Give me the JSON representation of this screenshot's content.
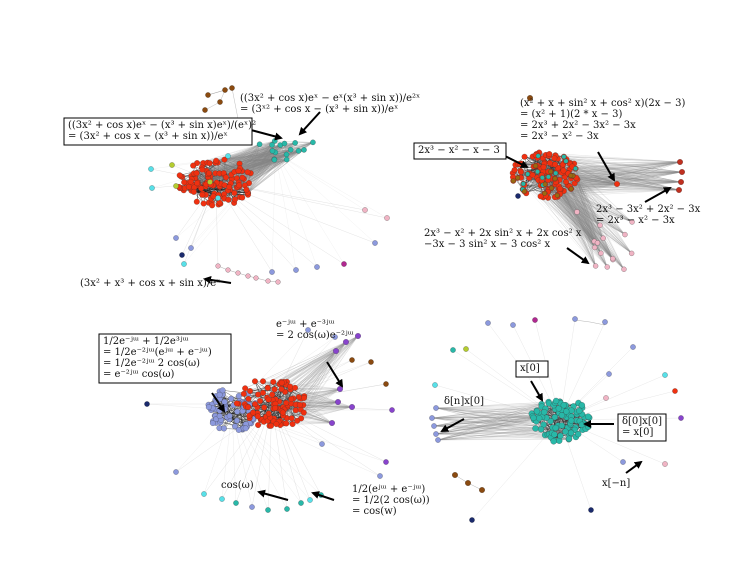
{
  "colors": {
    "red": "#f03010",
    "teal": "#28b8a8",
    "periwinkle": "#8c99dd",
    "pink": "#f0b4c4",
    "navy": "#1a2a6c",
    "purple": "#8844cc",
    "brown": "#8a4a10",
    "cyan": "#58e0e8",
    "lime": "#b4cc30",
    "magenta": "#b02890",
    "edge": "#888888",
    "black": "#000000"
  },
  "panels": [
    {
      "name": "top-left",
      "annotations": [
        {
          "id": "tl-a1",
          "boxed": false,
          "lines": [
            "((3x² + cos x)eˣ − eˣ(x³ + sin x))/e²ˣ",
            "= (3ˣ² + cos x − (x³ + sin x))/eˣ"
          ]
        },
        {
          "id": "tl-a2",
          "boxed": true,
          "lines": [
            "((3x² + cos x)eˣ − (x³ + sin x)eˣ)/(eˣ)²",
            "= (3x² + cos x − (x³ + sin x))/eˣ"
          ]
        },
        {
          "id": "tl-a3",
          "boxed": false,
          "lines": [
            "(3x² + x³ + cos x + sin x)/eˣ"
          ]
        }
      ]
    },
    {
      "name": "top-right",
      "annotations": [
        {
          "id": "tr-a1",
          "boxed": false,
          "lines": [
            "(x² + x + sin² x + cos² x)(2x − 3)",
            "= (x² + 1)(2 * x − 3)",
            "= 2x³ + 2x² − 3x² − 3x",
            "= 2x³ − x² − 3x"
          ]
        },
        {
          "id": "tr-a2",
          "boxed": true,
          "lines": [
            "2x³ − x² − x − 3"
          ]
        },
        {
          "id": "tr-a3",
          "boxed": false,
          "lines": [
            "2x³ − 3x² + 2x² − 3x",
            "= 2x³ − x² − 3x"
          ]
        },
        {
          "id": "tr-a4",
          "boxed": false,
          "lines": [
            "2x³ − x² + 2x sin² x + 2x cos² x",
            "−3x − 3 sin² x − 3 cos² x"
          ]
        }
      ]
    },
    {
      "name": "bottom-left",
      "annotations": [
        {
          "id": "bl-a1",
          "boxed": true,
          "lines": [
            "1/2e⁻ʲᵚ + 1/2e³ʲᵚ",
            "= 1/2e⁻²ʲᵚ(eʲᵚ + e⁻ʲᵚ)",
            "= 1/2e⁻²ʲᵚ 2 cos(ω)",
            "= e⁻²ʲᵚ cos(ω)"
          ]
        },
        {
          "id": "bl-a2",
          "boxed": false,
          "lines": [
            "e⁻ʲᵚ + e⁻³ʲᵚ",
            "= 2 cos(ω)e⁻²ʲᵚ"
          ]
        },
        {
          "id": "bl-a3",
          "boxed": false,
          "lines": [
            "cos(ω)"
          ]
        },
        {
          "id": "bl-a4",
          "boxed": false,
          "lines": [
            "1/2(eʲᵚ + e⁻ʲᵚ)",
            "= 1/2(2 cos(ω))",
            "= cos(w)"
          ]
        }
      ]
    },
    {
      "name": "bottom-right",
      "annotations": [
        {
          "id": "br-a1",
          "boxed": true,
          "lines": [
            "x[0]"
          ]
        },
        {
          "id": "br-a2",
          "boxed": false,
          "lines": [
            "δ[n]x[0]"
          ]
        },
        {
          "id": "br-a3",
          "boxed": true,
          "lines": [
            "δ[0]x[0]",
            "= x[0]"
          ]
        },
        {
          "id": "br-a4",
          "boxed": false,
          "lines": [
            "x[−n]"
          ]
        }
      ]
    }
  ]
}
